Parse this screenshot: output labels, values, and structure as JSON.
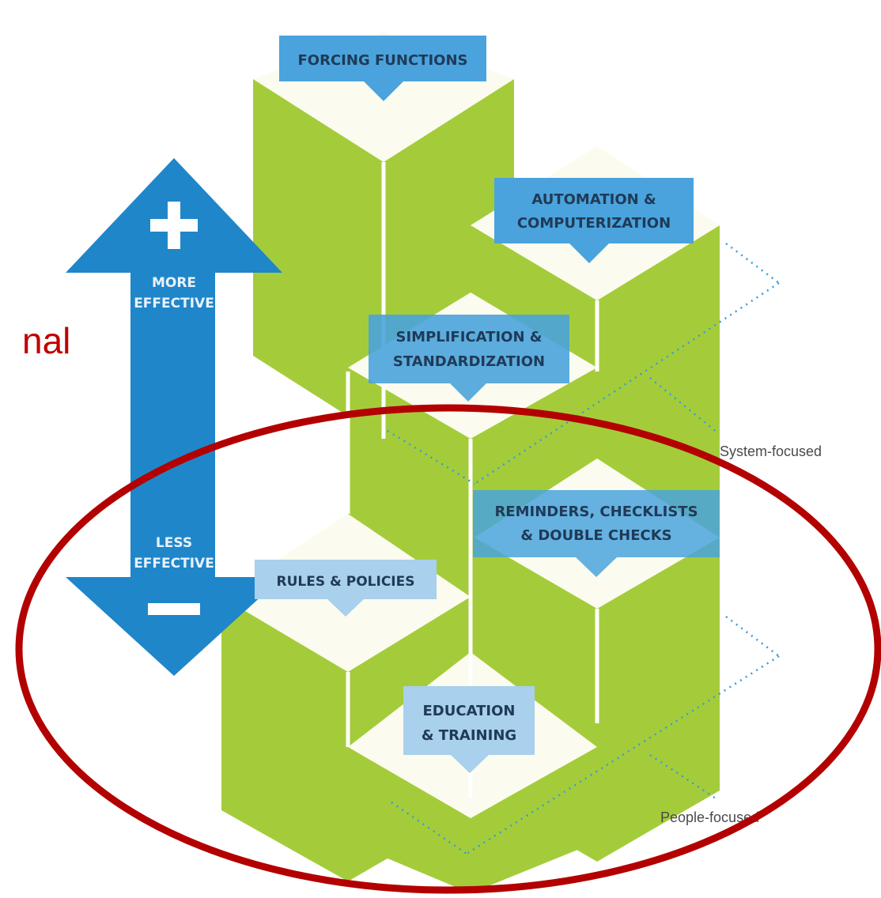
{
  "partial_text": "nal",
  "arrow": {
    "top_label": [
      "MORE",
      "EFFECTIVE"
    ],
    "bottom_label": [
      "LESS",
      "EFFECTIVE"
    ],
    "plus_icon": "plus-icon",
    "minus_icon": "minus-icon"
  },
  "levels": [
    {
      "lines": [
        "FORCING FUNCTIONS"
      ]
    },
    {
      "lines": [
        "AUTOMATION &",
        "COMPUTERIZATION"
      ]
    },
    {
      "lines": [
        "SIMPLIFICATION &",
        "STANDARDIZATION"
      ]
    },
    {
      "lines": [
        "REMINDERS, CHECKLISTS",
        "& DOUBLE CHECKS"
      ]
    },
    {
      "lines": [
        "RULES & POLICIES"
      ]
    },
    {
      "lines": [
        "EDUCATION",
        "& TRAINING"
      ]
    }
  ],
  "groups": {
    "system": "System-focused",
    "people": "People-focused"
  },
  "colors": {
    "green": "#a4cc3a",
    "cream": "#fbfbf0",
    "arrow_blue": "#1f86c9",
    "label_blue": "#4aa3dc",
    "label_light": "#a9d0ec",
    "ellipse_red": "#b30000"
  }
}
